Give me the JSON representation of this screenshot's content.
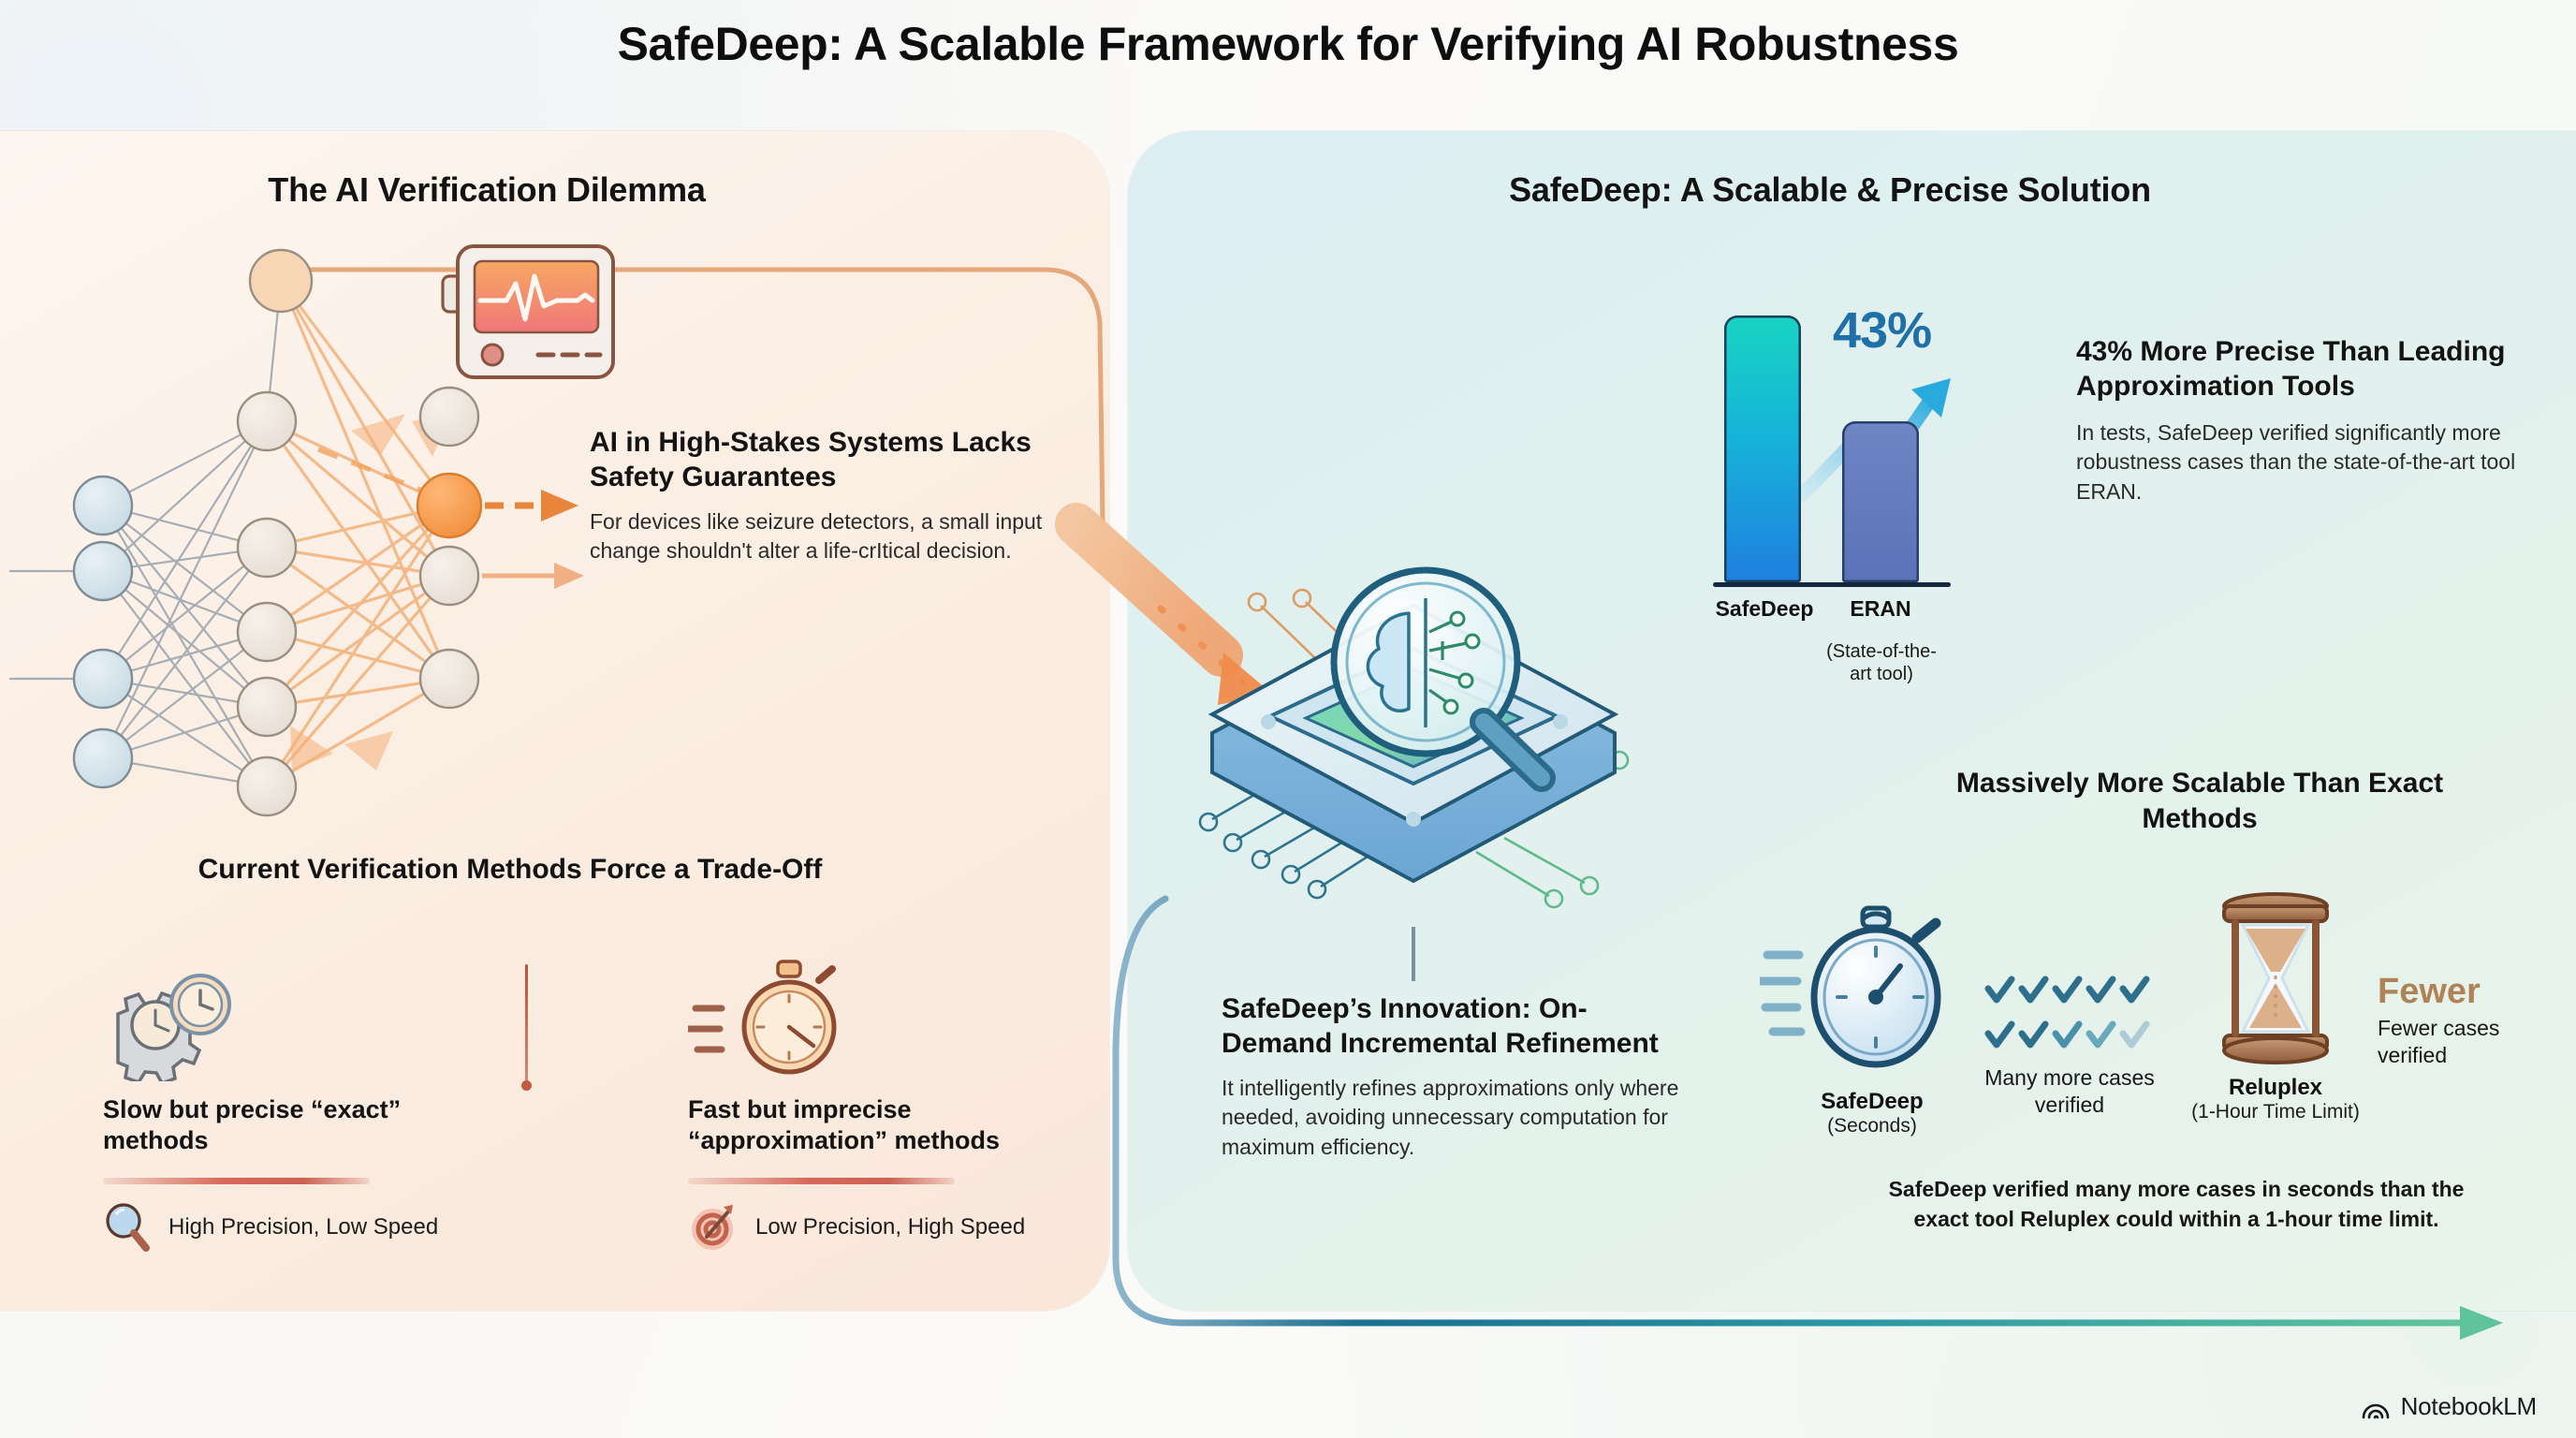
{
  "title": "SafeDeep: A Scalable Framework for Verifying AI Robustness",
  "left_panel": {
    "title": "The AI Verification Dilemma",
    "callout": {
      "heading": "AI in High-Stakes Systems Lacks Safety Guarantees",
      "body": "For devices like seizure detectors, a small input change shouldn't alter a life-crItical decision."
    },
    "tradeoff": {
      "title": "Current Verification Methods Force a Trade-Off",
      "left": {
        "icon": "gear-clock-icon",
        "label": "Slow but precise “exact” methods",
        "sub_icon": "magnifier-icon",
        "sub": "High Precision, Low Speed"
      },
      "right": {
        "icon": "stopwatch-fast-icon",
        "label": "Fast but imprecise “approximation” methods",
        "sub_icon": "target-arrow-icon",
        "sub": "Low Precision, High Speed"
      }
    },
    "diagram": {
      "icon": "neural-network-icon",
      "monitor_icon": "heart-monitor-icon"
    }
  },
  "right_panel": {
    "title": "SafeDeep: A Scalable & Precise Solution",
    "chip": {
      "icon": "chip-brain-magnifier-icon"
    },
    "precision": {
      "heading": "43% More Precise Than Leading Approximation Tools",
      "body": "In tests, SafeDeep verified significantly more robustness cases than the state-of-the-art tool ERAN."
    },
    "innovation": {
      "heading": "SafeDeep’s Innovation: On-Demand Incremental Refinement",
      "body": "It intelligently refines approximations only where needed, avoiding unnecessary computation for maximum efficiency."
    },
    "scalability": {
      "title": "Massively More Scalable Than Exact Methods",
      "safedeep_name": "SafeDeep",
      "safedeep_sub": "(Seconds)",
      "safedeep_icon": "stopwatch-icon",
      "checks_icon": "checkmarks-icon",
      "checks_text": "Many more cases verified",
      "reluplex_name": "Reluplex",
      "reluplex_sub": "(1-Hour Time Limit)",
      "reluplex_icon": "hourglass-icon",
      "fewer_big": "Fewer",
      "fewer_small": "Fewer cases verified",
      "caption": "SafeDeep verified many more cases in seconds than the exact tool Reluplex could within a 1-hour time limit."
    }
  },
  "watermark": {
    "icon": "notebooklm-logo",
    "label": "NotebookLM"
  },
  "chart_data": {
    "type": "bar",
    "title": "43% More Precise Than Leading Approximation Tools",
    "categories": [
      "SafeDeep",
      "ERAN"
    ],
    "category_sublabels": [
      "",
      "(State-of-the-art tool)"
    ],
    "values": [
      100,
      57
    ],
    "value_label": "43%",
    "ylabel": "",
    "xlabel": "",
    "ylim": [
      0,
      100
    ],
    "grid": false,
    "legend": "none",
    "annotations": [
      "43%"
    ],
    "colors": {
      "SafeDeep": "#16b4d8",
      "ERAN": "#6378b8",
      "accent": "#1f6fa8"
    }
  },
  "palette": {
    "left_panel_bg": "#fbeee3",
    "right_panel_bg": "#e2f1ed",
    "orange": "#e8863c",
    "teal": "#1f7fa0",
    "green": "#63bf9a",
    "text": "#141414"
  }
}
